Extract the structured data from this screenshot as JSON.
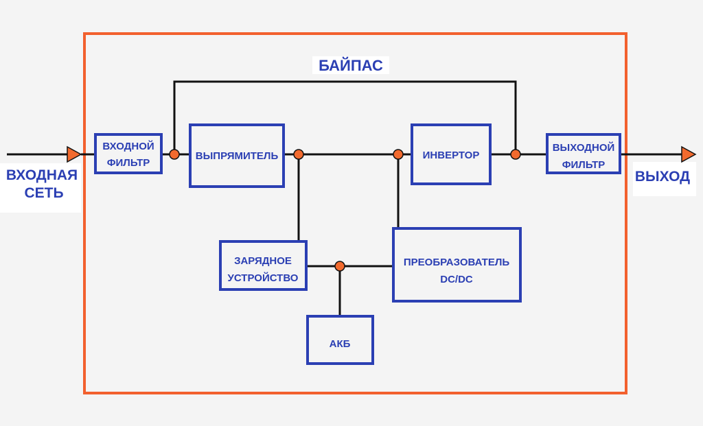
{
  "colors": {
    "background": "#f4f4f4",
    "frame": "#f2602e",
    "block": "#2b3fb3",
    "wire": "#111111",
    "node": "#f26a2e"
  },
  "labels": {
    "bypass": "БАЙПАС",
    "input_net": [
      "ВХОДНАЯ",
      "СЕТЬ"
    ],
    "output": "ВЫХОД"
  },
  "blocks": {
    "input_filter": [
      "ВХОДНОЙ",
      "ФИЛЬТР"
    ],
    "rectifier": [
      "ВЫПРЯМИТЕЛЬ"
    ],
    "inverter": [
      "ИНВЕРТОР"
    ],
    "output_filter": [
      "ВЫХОДНОЙ",
      "ФИЛЬТР"
    ],
    "charger": [
      "ЗАРЯДНОЕ",
      "УСТРОЙСТВО"
    ],
    "dcdc": [
      "ПРЕОБРАЗОВАТЕЛЬ",
      "DC/DC"
    ],
    "battery": [
      "АКБ"
    ]
  }
}
